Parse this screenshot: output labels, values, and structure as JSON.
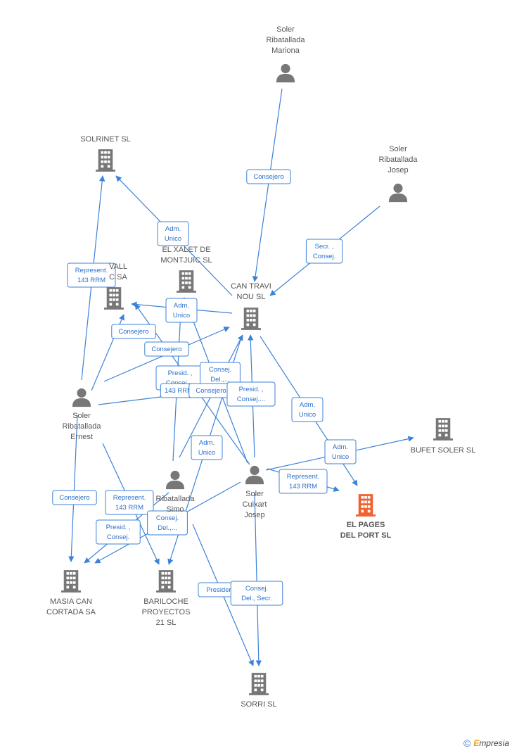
{
  "colors": {
    "edge": "#3c82d8",
    "node": "#777777",
    "focus": "#f0622f",
    "label_border": "#3c82d8"
  },
  "nodes": [
    {
      "id": "mariona",
      "type": "person",
      "lines": [
        "Soler",
        "Ribatallada",
        "Mariona"
      ]
    },
    {
      "id": "josep_r",
      "type": "person",
      "lines": [
        "Soler",
        "Ribatallada",
        "Josep"
      ]
    },
    {
      "id": "solrinet",
      "type": "company",
      "lines": [
        "SOLRINET SL"
      ]
    },
    {
      "id": "xalet",
      "type": "company",
      "lines": [
        "EL XALET DE",
        "MONTJUIC SL"
      ]
    },
    {
      "id": "vall",
      "type": "company",
      "lines": [
        "VALL",
        "C SA"
      ]
    },
    {
      "id": "cantravi",
      "type": "company",
      "lines": [
        "CAN TRAVI",
        "NOU SL"
      ]
    },
    {
      "id": "ernest",
      "type": "person",
      "lines": [
        "Soler",
        "Ribatallada",
        "Ernest"
      ]
    },
    {
      "id": "simo",
      "type": "person",
      "lines": [
        "Ribatallada",
        "Simo"
      ]
    },
    {
      "id": "cuixart",
      "type": "person",
      "lines": [
        "Soler",
        "Cuixart",
        "Josep"
      ]
    },
    {
      "id": "bufet",
      "type": "company",
      "lines": [
        "BUFET SOLER SL"
      ]
    },
    {
      "id": "elpages",
      "type": "focus",
      "lines": [
        "EL PAGES",
        "DEL PORT SL"
      ]
    },
    {
      "id": "masia",
      "type": "company",
      "lines": [
        "MASIA CAN",
        "CORTADA SA"
      ]
    },
    {
      "id": "bariloche",
      "type": "company",
      "lines": [
        "BARILOCHE",
        "PROYECTOS",
        "21 SL"
      ]
    },
    {
      "id": "sorri",
      "type": "company",
      "lines": [
        "SORRI SL"
      ]
    }
  ],
  "edges": [
    {
      "from": "mariona",
      "to": "cantravi",
      "label": [
        "Consejero"
      ]
    },
    {
      "from": "josep_r",
      "to": "cantravi",
      "label": [
        "Secr. ,",
        "Consej."
      ]
    },
    {
      "from": "cantravi",
      "to": "solrinet",
      "label": [
        "Adm.",
        "Unico"
      ]
    },
    {
      "from": "ernest",
      "to": "solrinet",
      "label": [
        "Represent.",
        "143 RRM"
      ]
    },
    {
      "from": "cantravi",
      "to": "vall",
      "label": [
        "Adm.",
        "Unico"
      ]
    },
    {
      "from": "ernest",
      "to": "vall",
      "label": [
        "Consejero"
      ]
    },
    {
      "from": "ernest",
      "to": "cantravi",
      "label": [
        "Consejero"
      ]
    },
    {
      "from": "cuixart",
      "to": "xalet",
      "label": [
        "Presid. ,",
        "Consej...."
      ]
    },
    {
      "from": "simo",
      "to": "xalet",
      "label": [
        "143 RRM"
      ]
    },
    {
      "from": "cuixart",
      "to": "vall",
      "label": [
        "Consej.",
        "Del.,..."
      ]
    },
    {
      "from": "ernest",
      "to": "xalet",
      "label": [
        "Consejero"
      ]
    },
    {
      "from": "cuixart",
      "to": "cantravi",
      "label": [
        "Presid. ,",
        "Consej...."
      ]
    },
    {
      "from": "simo",
      "to": "cantravi",
      "label": [
        "Adm.",
        "Unico"
      ]
    },
    {
      "from": "cantravi",
      "to": "elpages",
      "label": [
        "Adm.",
        "Unico"
      ]
    },
    {
      "from": "cuixart",
      "to": "bufet",
      "label": [
        "Adm.",
        "Unico"
      ]
    },
    {
      "from": "cuixart",
      "to": "elpages",
      "label": [
        "Represent.",
        "143 RRM"
      ]
    },
    {
      "from": "ernest",
      "to": "masia",
      "label": [
        "Consejero"
      ]
    },
    {
      "from": "ernest",
      "to": "bariloche",
      "label": [
        "Represent.",
        "143 RRM"
      ]
    },
    {
      "from": "simo",
      "to": "masia",
      "label": [
        "Presid. ,",
        "Consej."
      ]
    },
    {
      "from": "cuixart",
      "to": "masia",
      "label": [
        "Consej.",
        "Del.,..."
      ]
    },
    {
      "from": "cantravi",
      "to": "bariloche",
      "label": []
    },
    {
      "from": "simo",
      "to": "sorri",
      "label": [
        "Presidente"
      ]
    },
    {
      "from": "cuixart",
      "to": "sorri",
      "label": [
        "Consej.",
        "Del., Secr."
      ]
    }
  ],
  "footer": {
    "copyright": "©",
    "brand_initial": "E",
    "brand_rest": "mpresia"
  }
}
